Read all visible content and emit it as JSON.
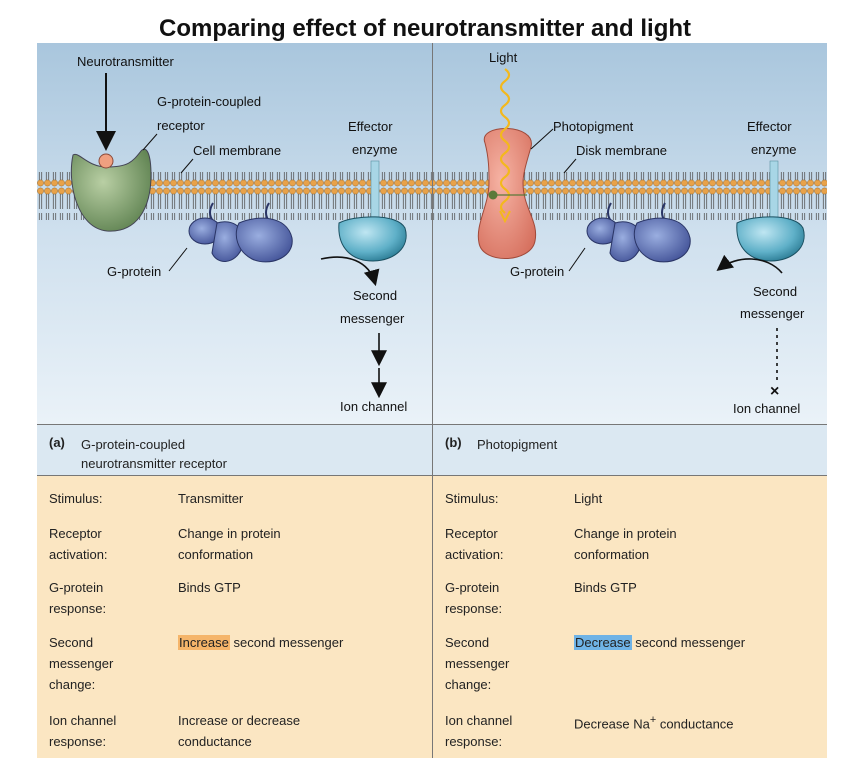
{
  "title": "Comparing effect of neurotransmitter and light",
  "diagram_a": {
    "neurotransmitter": "Neurotransmitter",
    "receptor_line1": "G-protein-coupled",
    "receptor_line2": "receptor",
    "membrane": "Cell membrane",
    "effector_line1": "Effector",
    "effector_line2": "enzyme",
    "gprotein": "G-protein",
    "second_line1": "Second",
    "second_line2": "messenger",
    "ion_channel": "Ion channel"
  },
  "diagram_b": {
    "light": "Light",
    "photopigment": "Photopigment",
    "membrane": "Disk membrane",
    "effector_line1": "Effector",
    "effector_line2": "enzyme",
    "gprotein": "G-protein",
    "second_line1": "Second",
    "second_line2": "messenger",
    "ion_channel": "Ion channel",
    "blocked_mark": "×"
  },
  "panel_a": {
    "tag": "(a)",
    "title": "G-protein-coupled\nneurotransmitter receptor",
    "rows": [
      {
        "label": "Stimulus:",
        "value": "Transmitter"
      },
      {
        "label": "Receptor\nactivation:",
        "value": "Change in protein\nconformation"
      },
      {
        "label": "G-protein\nresponse:",
        "value": "Binds GTP"
      },
      {
        "label": "Second\nmessenger\nchange:",
        "highlight": "Increase",
        "value_rest": " second messenger"
      },
      {
        "label": "Ion channel\nresponse:",
        "value": "Increase or decrease\nconductance"
      }
    ]
  },
  "panel_b": {
    "tag": "(b)",
    "title": "Photopigment",
    "rows": [
      {
        "label": "Stimulus:",
        "value": "Light"
      },
      {
        "label": "Receptor\nactivation:",
        "value": "Change in protein\nconformation"
      },
      {
        "label": "G-protein\nresponse:",
        "value": "Binds GTP"
      },
      {
        "label": "Second\nmessenger\nchange:",
        "highlight": "Decrease",
        "value_rest": " second messenger"
      },
      {
        "label": "Ion channel\nresponse:",
        "value_pre": "Decrease Na",
        "value_sup": "+",
        "value_post": " conductance"
      }
    ]
  },
  "colors": {
    "receptor": "#7a9a6a",
    "photopigment": "#e88a78",
    "gprotein": "#5b6fb0",
    "effector": "#3f8fa8",
    "membrane_head": "#e8a24a",
    "highlight_increase": "#f5b56a",
    "highlight_decrease": "#6fb3e6",
    "table_bg": "#fbe6c2",
    "header_bg": "#dbe8f2"
  }
}
